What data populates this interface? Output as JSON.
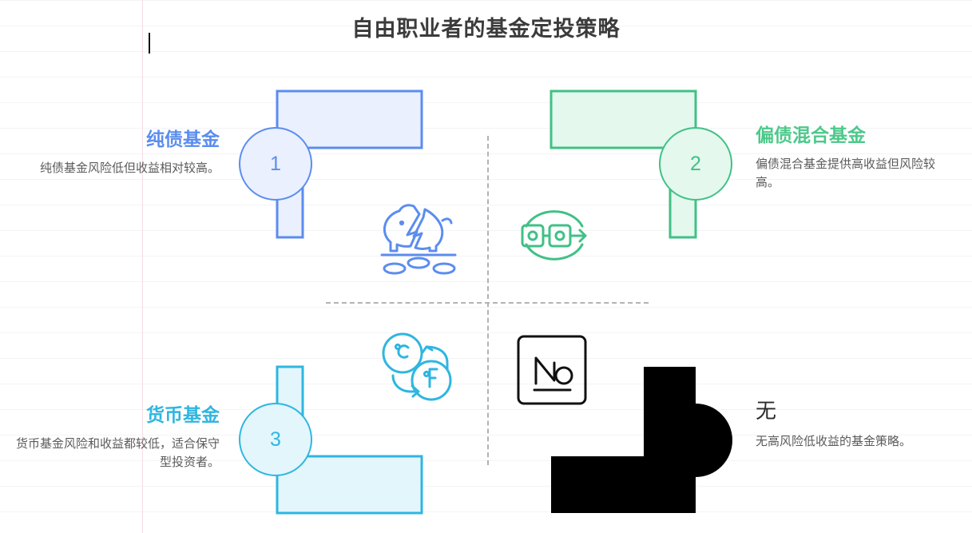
{
  "page": {
    "title": "自由职业者的基金定投策略"
  },
  "colors": {
    "quadrant_1": "#5b8def",
    "quadrant_2": "#41c086",
    "quadrant_3": "#2fb6e0",
    "quadrant_4": "#000000",
    "title_text": "#3b3b3b",
    "body_text": "#5b5b5b",
    "divider": "#b3b3b3",
    "grid_line": "#f3f4f6",
    "margin_guide": "#f6dde2"
  },
  "quadrants": [
    {
      "number": "1",
      "title": "纯债基金",
      "body": "纯债基金风险低但收益相对较高。",
      "icon": "broken-piggy-bank-icon"
    },
    {
      "number": "2",
      "title": "偏债混合基金",
      "body": "偏债混合基金提供高收益但风险较高。",
      "icon": "linked-transfer-icon"
    },
    {
      "number": "3",
      "title": "货币基金",
      "body": "货币基金风险和收益都较低，适合保守型投资者。",
      "icon": "celsius-fahrenheit-convert-icon"
    },
    {
      "number": "",
      "title": "无",
      "body": "无高风险低收益的基金策略。",
      "icon": "no-badge-icon",
      "icon_label": "No"
    }
  ]
}
